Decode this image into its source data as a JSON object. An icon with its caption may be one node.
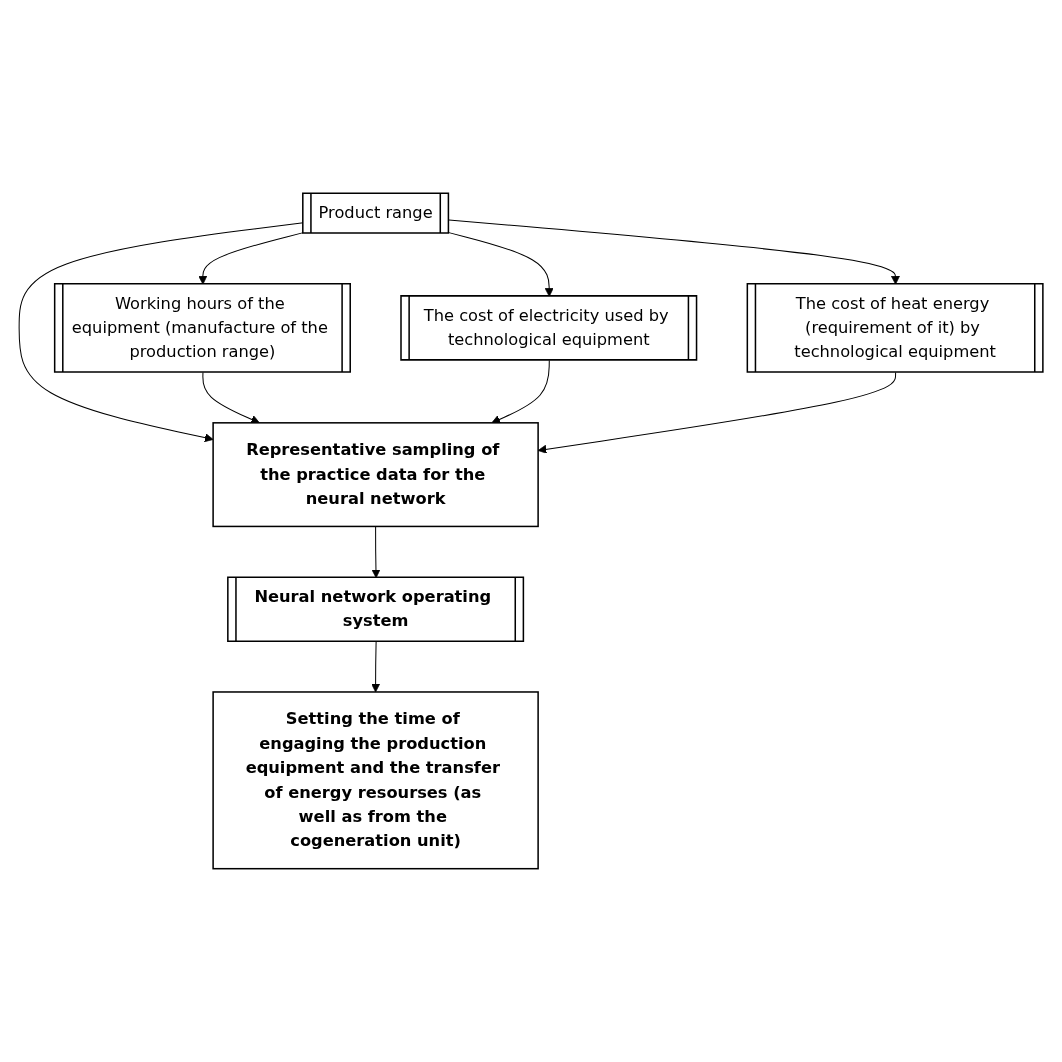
{
  "diagram": {
    "nodes": [
      {
        "text": [
          "Product range"
        ]
      },
      {
        "text": [
          "Working hours of the equipment (manufacture of the production range)"
        ]
      },
      {
        "text": [
          "The cost of electricity used by technological equipment"
        ]
      },
      {
        "text": [
          "The cost of heat energy (requirement of it) by technological equipment"
        ]
      },
      {
        "text": [
          "Representative sampling of the practice data for the neural network"
        ]
      },
      {
        "text": [
          "Neural network operating system"
        ]
      },
      {
        "text": [
          "Setting the time of engaging the production equipment and the transfer of energy resourses (as well as from the cogeneration unit)"
        ]
      }
    ],
    "edges": [
      {
        "from": 0,
        "to": 1,
        "arrow": "to"
      },
      {
        "from": 0,
        "to": 2,
        "arrow": "to"
      },
      {
        "from": 0,
        "to": 3,
        "arrow": "to"
      },
      {
        "from": 0,
        "to": 4,
        "arrow": "to"
      },
      {
        "from": 1,
        "to": 4,
        "arrow": "to"
      },
      {
        "from": 2,
        "to": 4,
        "arrow": "to"
      },
      {
        "from": 3,
        "to": 4,
        "arrow": "to"
      },
      {
        "from": 4,
        "to": 5,
        "arrow": "to"
      },
      {
        "from": 5,
        "to": 6,
        "arrow": "to"
      }
    ]
  }
}
